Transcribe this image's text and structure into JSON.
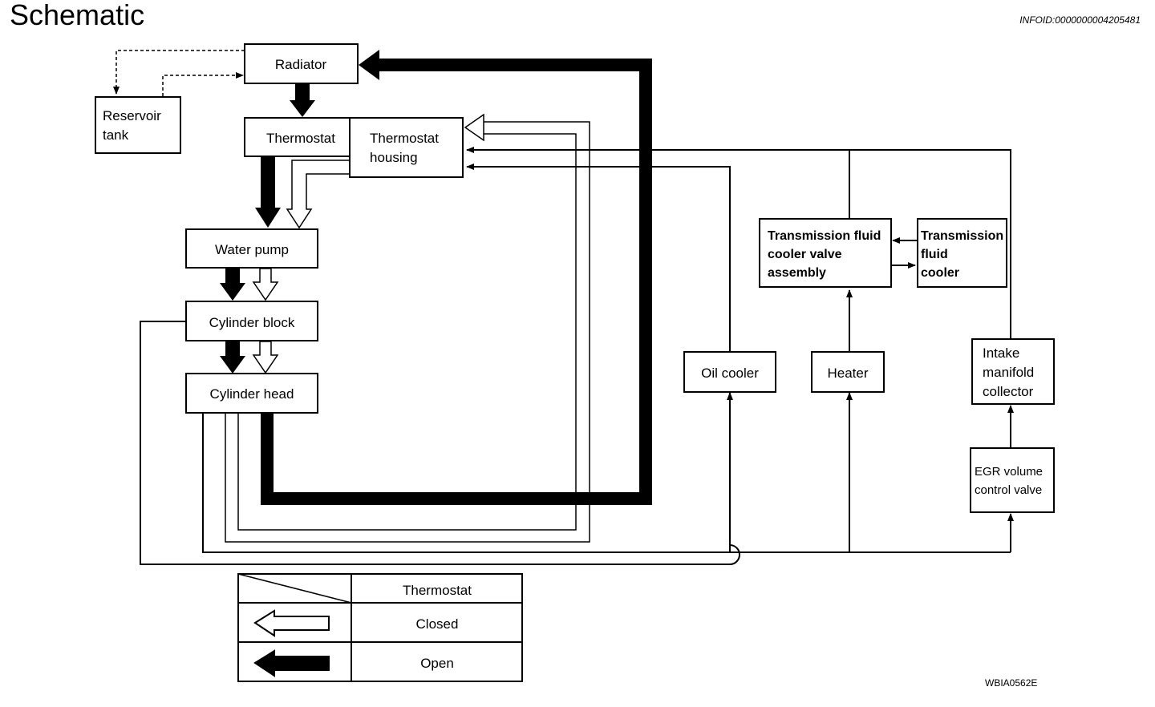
{
  "header": {
    "title": "Schematic",
    "info_id": "INFOID:0000000004205481",
    "ref_code": "WBIA0562E"
  },
  "components": {
    "radiator": "Radiator",
    "reservoir_tank": [
      "Reservoir",
      "tank"
    ],
    "thermostat": "Thermostat",
    "thermostat_housing": [
      "Thermostat",
      "housing"
    ],
    "water_pump": "Water pump",
    "cylinder_block": "Cylinder block",
    "cylinder_head": "Cylinder head",
    "oil_cooler": "Oil cooler",
    "heater": "Heater",
    "tf_cooler_valve": [
      "Transmission fluid",
      "cooler valve",
      "assembly"
    ],
    "tf_cooler": [
      "Transmission",
      "fluid",
      "cooler"
    ],
    "intake_manifold": [
      "Intake",
      "manifold",
      "collector"
    ],
    "egr_valve": [
      "EGR volume",
      "control valve"
    ]
  },
  "legend": {
    "header": "Thermostat",
    "closed": "Closed",
    "open": "Open"
  }
}
